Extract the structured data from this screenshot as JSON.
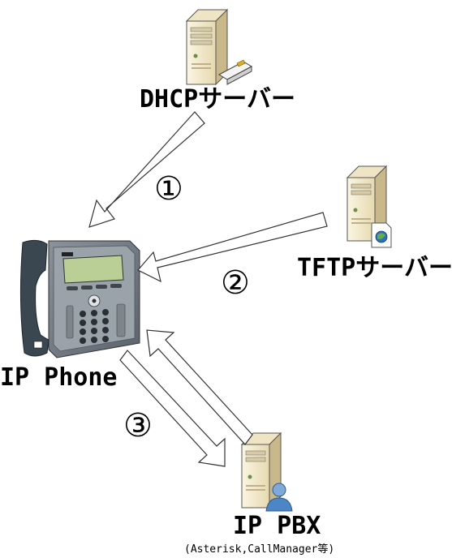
{
  "nodes": {
    "dhcp": {
      "label": "DHCPサーバー"
    },
    "tftp": {
      "label": "TFTPサーバー"
    },
    "phone": {
      "label": "IP Phone"
    },
    "pbx": {
      "label": "IP PBX",
      "sublabel": "(Asterisk,CallManager等)"
    }
  },
  "steps": [
    "①",
    "②",
    "③"
  ],
  "colors": {
    "server_body": "#f0e6c8",
    "server_side": "#c9b98a",
    "phone_body": "#6f7780",
    "phone_handset": "#3a4650",
    "arrow_stroke": "#333333"
  },
  "icons": {
    "dhcp": "server-with-network-card-icon",
    "tftp": "server-with-document-icon",
    "pbx": "server-with-user-icon",
    "phone": "ip-phone-icon"
  }
}
